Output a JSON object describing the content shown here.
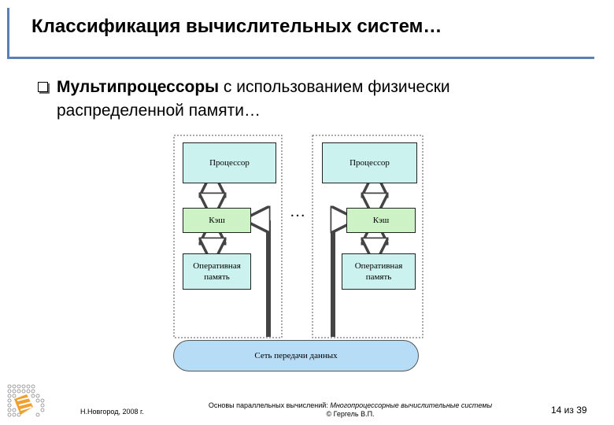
{
  "slide": {
    "title": "Классификация вычислительных систем…",
    "bullet_bold": "Мультипроцессоры",
    "bullet_rest": " с использованием физически распределенной памяти…"
  },
  "diagram": {
    "left_node": {
      "processor": "Процессор",
      "cache": "Кэш",
      "memory_line1": "Оперативная",
      "memory_line2": "память"
    },
    "right_node": {
      "processor": "Процессор",
      "cache": "Кэш",
      "memory_line1": "Оперативная",
      "memory_line2": "память"
    },
    "ellipsis": "…",
    "network": "Сеть передачи данных"
  },
  "footer": {
    "left": "Н.Новгород, 2008 г.",
    "center_plain": "Основы параллельных вычислений: ",
    "center_italic": "Многопроцессорные вычислительные системы",
    "center_author": "© Гергель В.П.",
    "page": "14 из 39"
  },
  "colors": {
    "accent_bar": "#5b80b2",
    "processor_fill": "#ccf2f0",
    "cache_fill": "#ccf2c6",
    "network_fill": "#b7dcf5"
  }
}
